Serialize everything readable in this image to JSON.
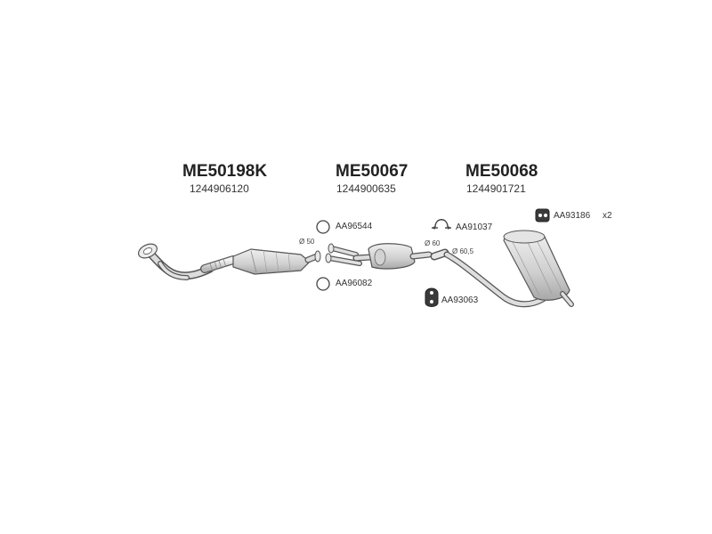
{
  "assemblies": [
    {
      "code": "ME50198K",
      "oem": "1244906120"
    },
    {
      "code": "ME50067",
      "oem": "1244900635"
    },
    {
      "code": "ME50068",
      "oem": "1244901721"
    }
  ],
  "parts": {
    "aa96544": "AA96544",
    "aa96082": "AA96082",
    "aa91037": "AA91037",
    "aa93063": "AA93063",
    "aa93186": "AA93186",
    "aa93186_qty": "x2"
  },
  "diameters": {
    "d50": "Ø 50",
    "d60": "Ø 60",
    "d605": "Ø 60,5"
  },
  "colors": {
    "line": "#555555",
    "fill": "#e6e6e6",
    "shade": "#bdbdbd",
    "text": "#222222"
  }
}
